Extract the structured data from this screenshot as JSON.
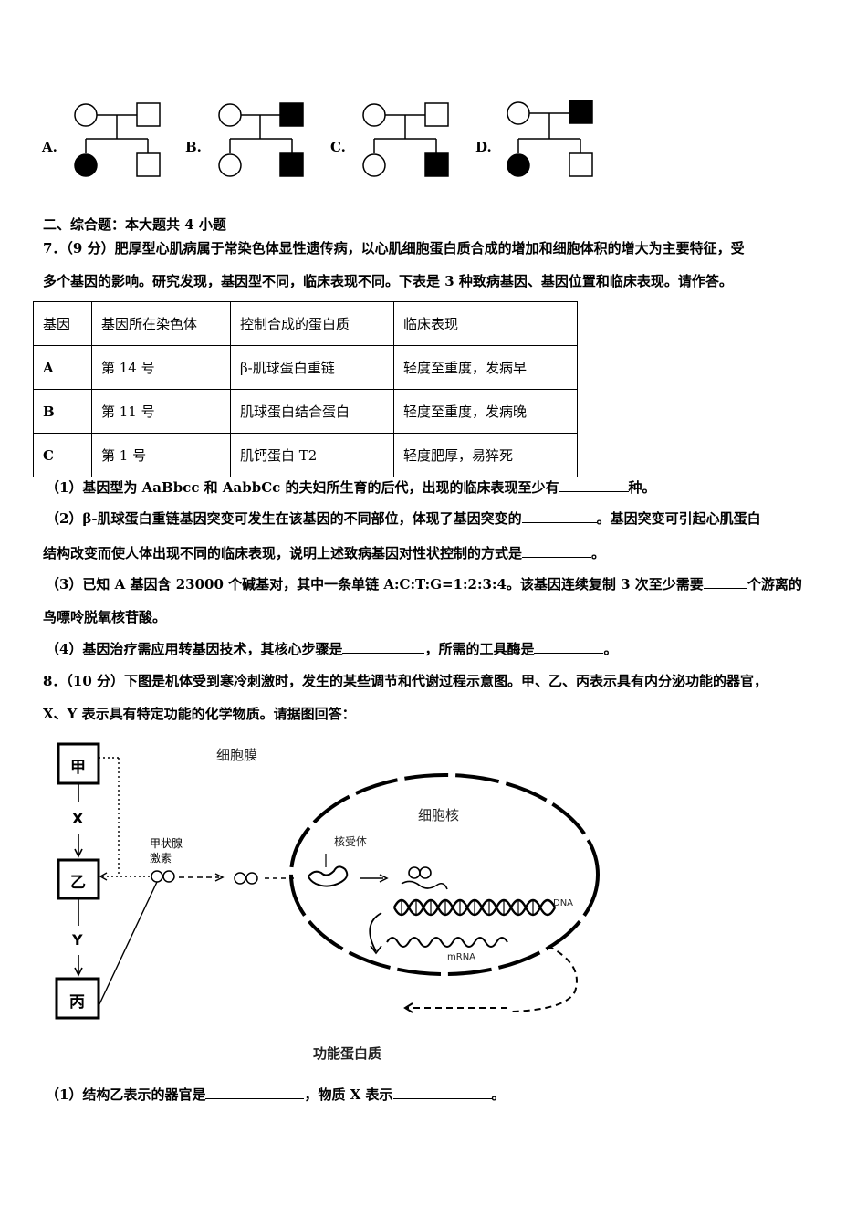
{
  "pedigree_options": [
    {
      "label": "A."
    },
    {
      "label": "B."
    },
    {
      "label": "C."
    },
    {
      "label": "D."
    }
  ],
  "section2": {
    "heading": "二、综合题：本大题共 4 小题"
  },
  "q7": {
    "line1": "7．（9 分）肥厚型心肌病属于常染色体显性遗传病，以心肌细胞蛋白质合成的增加和细胞体积的增大为主要特征，受",
    "line2": "多个基因的影响。研究发现，基因型不同，临床表现不同。下表是 3 种致病基因、基因位置和临床表现。请作答。",
    "table": {
      "headers": [
        "基因",
        "基因所在染色体",
        "控制合成的蛋白质",
        "临床表现"
      ],
      "rows": [
        [
          "A",
          "第 14 号",
          "β-肌球蛋白重链",
          "轻度至重度，发病早"
        ],
        [
          "B",
          "第 11 号",
          "肌球蛋白结合蛋白",
          "轻度至重度，发病晚"
        ],
        [
          "C",
          "第 1 号",
          "肌钙蛋白 T2",
          "轻度肥厚，易猝死"
        ]
      ]
    },
    "sub1": {
      "a": "（1）基因型为 AaBbcc 和 AabbCc 的夫妇所生育的后代，出现的临床表现至少有",
      "b": "种。"
    },
    "sub2_line1": {
      "a": "（2）β-肌球蛋白重链基因突变可发生在该基因的不同部位，体现了基因突变的",
      "b": "。基因突变可引起心肌蛋白"
    },
    "sub2_line2": {
      "a": "结构改变而使人体出现不同的临床表现，说明上述致病基因对性状控制的方式是",
      "b": "。"
    },
    "sub3_line1": {
      "a": "（3）已知 A 基因含 23000 个碱基对，其中一条单链 A:C:T:G=1:2:3:4。该基因连续复制 3 次至少需要",
      "b": "个游离的"
    },
    "sub3_line2": "鸟嘌呤脱氧核苷酸。",
    "sub4": {
      "a": "（4）基因治疗需应用转基因技术，其核心步骤是",
      "b": "，所需的工具酶是",
      "c": "。"
    }
  },
  "q8": {
    "line1": "8．（10 分）下图是机体受到寒冷刺激时，发生的某些调节和代谢过程示意图。甲、乙、丙表示具有内分泌功能的器官，",
    "line2": "X、Y 表示具有特定功能的化学物质。请据图回答：",
    "diagram": {
      "box_jia": "甲",
      "box_yi": "乙",
      "box_bing": "丙",
      "label_x": "X",
      "label_y": "Y",
      "hormone_line1": "甲状腺",
      "hormone_line2": "激素",
      "cell_membrane": "细胞膜",
      "nucleus": "细胞核",
      "receptor": "核受体",
      "dna": "DNA",
      "mrna": "mRNA",
      "functional_protein": "功能蛋白质"
    },
    "sub1": {
      "a": "（1）结构乙表示的器官是",
      "b": "，物质 X 表示",
      "c": "。"
    }
  }
}
